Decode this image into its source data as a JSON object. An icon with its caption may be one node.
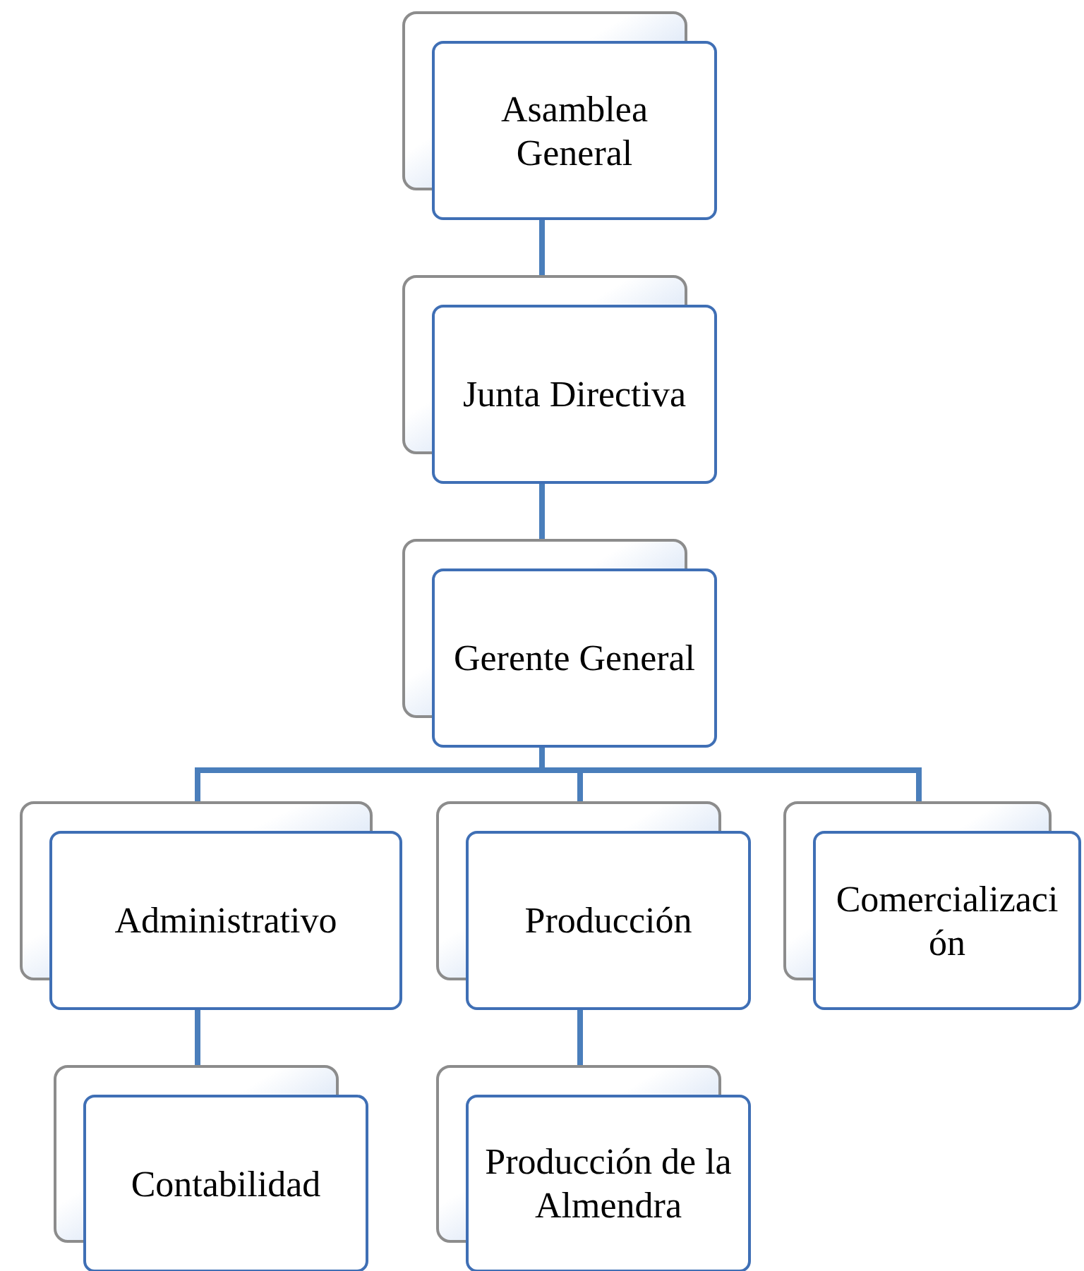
{
  "diagram": {
    "nodes": [
      {
        "text": [
          "Asamblea General"
        ]
      },
      {
        "text": [
          "Junta Directiva"
        ]
      },
      {
        "text": [
          "Gerente General"
        ]
      },
      {
        "text": [
          "Administrativo"
        ]
      },
      {
        "text": [
          "Producción"
        ]
      },
      {
        "text": [
          "Comercialización"
        ]
      },
      {
        "text": [
          "Contabilidad"
        ]
      },
      {
        "text": [
          "Producción de la Almendra"
        ]
      }
    ],
    "edges": [
      {
        "from": 0,
        "to": 1,
        "arrow": "none"
      },
      {
        "from": 1,
        "to": 2,
        "arrow": "none"
      },
      {
        "from": 2,
        "to": 3,
        "arrow": "none"
      },
      {
        "from": 2,
        "to": 4,
        "arrow": "none"
      },
      {
        "from": 2,
        "to": 5,
        "arrow": "none"
      },
      {
        "from": 3,
        "to": 6,
        "arrow": "none"
      },
      {
        "from": 4,
        "to": 7,
        "arrow": "none"
      }
    ]
  }
}
